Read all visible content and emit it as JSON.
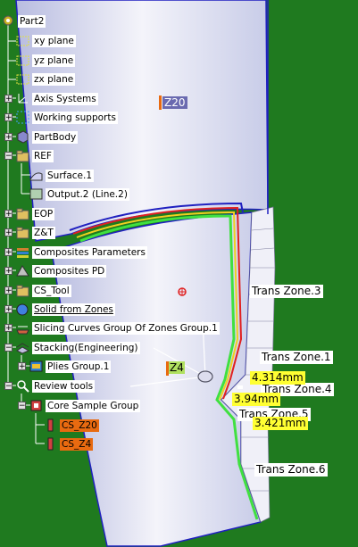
{
  "tree": {
    "root": "Part2",
    "items": [
      {
        "label": "xy plane",
        "icon": "plane-icon"
      },
      {
        "label": "yz plane",
        "icon": "plane-icon"
      },
      {
        "label": "zx plane",
        "icon": "plane-icon"
      },
      {
        "label": "Axis Systems",
        "icon": "axis-system-icon"
      },
      {
        "label": "Working supports",
        "icon": "grid-support-icon"
      },
      {
        "label": "PartBody",
        "icon": "part-body-icon"
      },
      {
        "label": "REF",
        "icon": "geometric-set-icon"
      },
      {
        "label": "Surface.1",
        "icon": "surface-icon"
      },
      {
        "label": "Output.2 (Line.2)",
        "icon": "surface-icon"
      },
      {
        "label": "EOP",
        "icon": "geometric-set-icon"
      },
      {
        "label": "Z&T",
        "icon": "geometric-set-icon"
      },
      {
        "label": "Composites Parameters",
        "icon": "composites-params-icon"
      },
      {
        "label": "Composites PD",
        "icon": "composites-pd-icon"
      },
      {
        "label": "CS_Tool",
        "icon": "geometric-set-icon"
      },
      {
        "label": "Solid from Zones",
        "icon": "solid-icon"
      },
      {
        "label": "Slicing Curves Group Of Zones Group.1",
        "icon": "slicing-icon"
      },
      {
        "label": "Stacking(Engineering)",
        "icon": "stacking-icon"
      },
      {
        "label": "Plies Group.1",
        "icon": "plies-group-icon"
      },
      {
        "label": "Review tools",
        "icon": "review-tools-icon"
      },
      {
        "label": "Core Sample Group",
        "icon": "core-sample-group-icon"
      },
      {
        "label": "CS_Z20",
        "icon": "core-sample-icon"
      },
      {
        "label": "CS_Z4",
        "icon": "core-sample-icon"
      }
    ]
  },
  "viewport": {
    "zone_tag_top": "Z20",
    "zone_tag_mid": "Z4",
    "trans_zones": [
      "Trans Zone.3",
      "Trans Zone.1",
      "Trans Zone.4",
      "Trans Zone.5",
      "Trans Zone.6"
    ],
    "dimensions": [
      "4.314mm",
      "3.94mm",
      "3.421mm"
    ],
    "colors": {
      "background": "#1f7a1f",
      "surface": "#e8e8f4",
      "edge_blue": "#2020c0",
      "ply_red": "#e02020",
      "ply_yellow": "#f0d020",
      "ply_green": "#40e040",
      "selected": "#e86a10"
    }
  }
}
